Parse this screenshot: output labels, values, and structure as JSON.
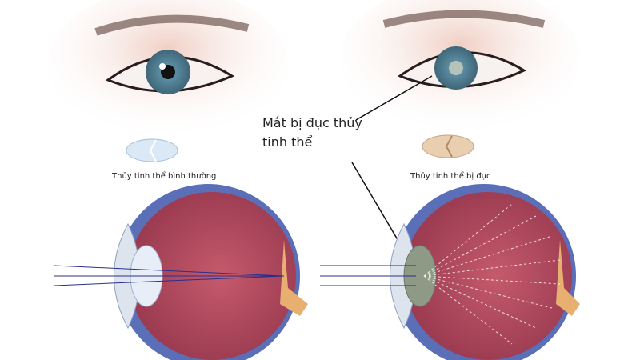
{
  "labels": {
    "normal_lens": "Thủy tinh thể bình thường",
    "cloudy_lens": "Thủy tinh thể bị đục",
    "callout_line1": "Mắt bị đục thủy",
    "callout_line2": "tinh thể"
  },
  "colors": {
    "skin": "#f3d8cf",
    "iris": "#6f9fb5",
    "sclera_outer": "#5a6fb8",
    "eye_interior": "#b34a5e",
    "cloudy_lens": "#8f9a86",
    "normal_lens": "#d8e6f4"
  }
}
